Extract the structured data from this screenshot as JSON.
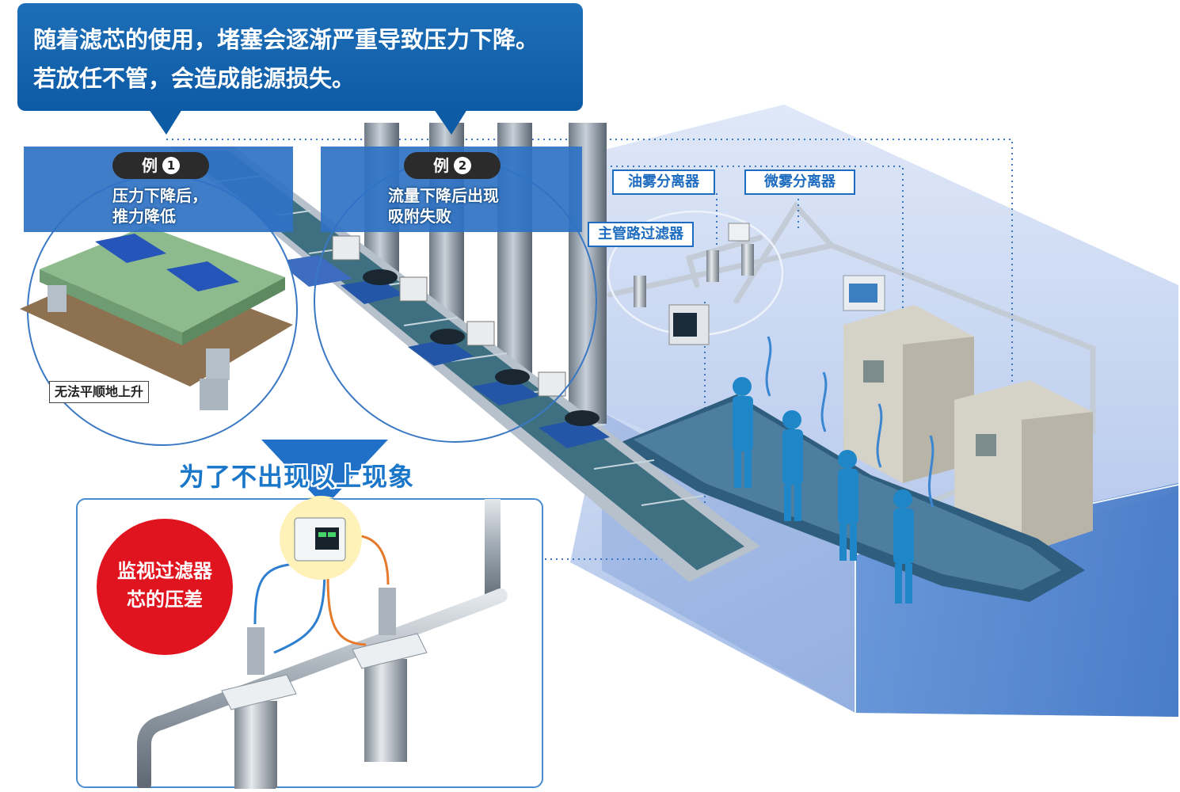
{
  "headline": {
    "line1": "随着滤芯的使用，堵塞会逐渐严重导致压力下降。",
    "line2": "若放任不管，会造成能源损失。"
  },
  "example1": {
    "label": "例",
    "number": "1",
    "line1": "压力下降后，",
    "line2": "推力降低"
  },
  "example2": {
    "label": "例",
    "number": "2",
    "line1": "流量下降后出现",
    "line2": "吸附失败"
  },
  "callouts": {
    "oil_mist": "油雾分离器",
    "micro_mist": "微雾分离器",
    "main_filter": "主管路过滤器",
    "cannot_rise": "无法平顺地上升"
  },
  "subhead": "为了不出现以上现象",
  "monitor_badge": {
    "line1": "监视过滤器",
    "line2": "芯的压差"
  },
  "colors": {
    "brand_blue": "#1d6fb8",
    "accent_red": "#e0141e",
    "room_blue": "#9fb9e3"
  }
}
